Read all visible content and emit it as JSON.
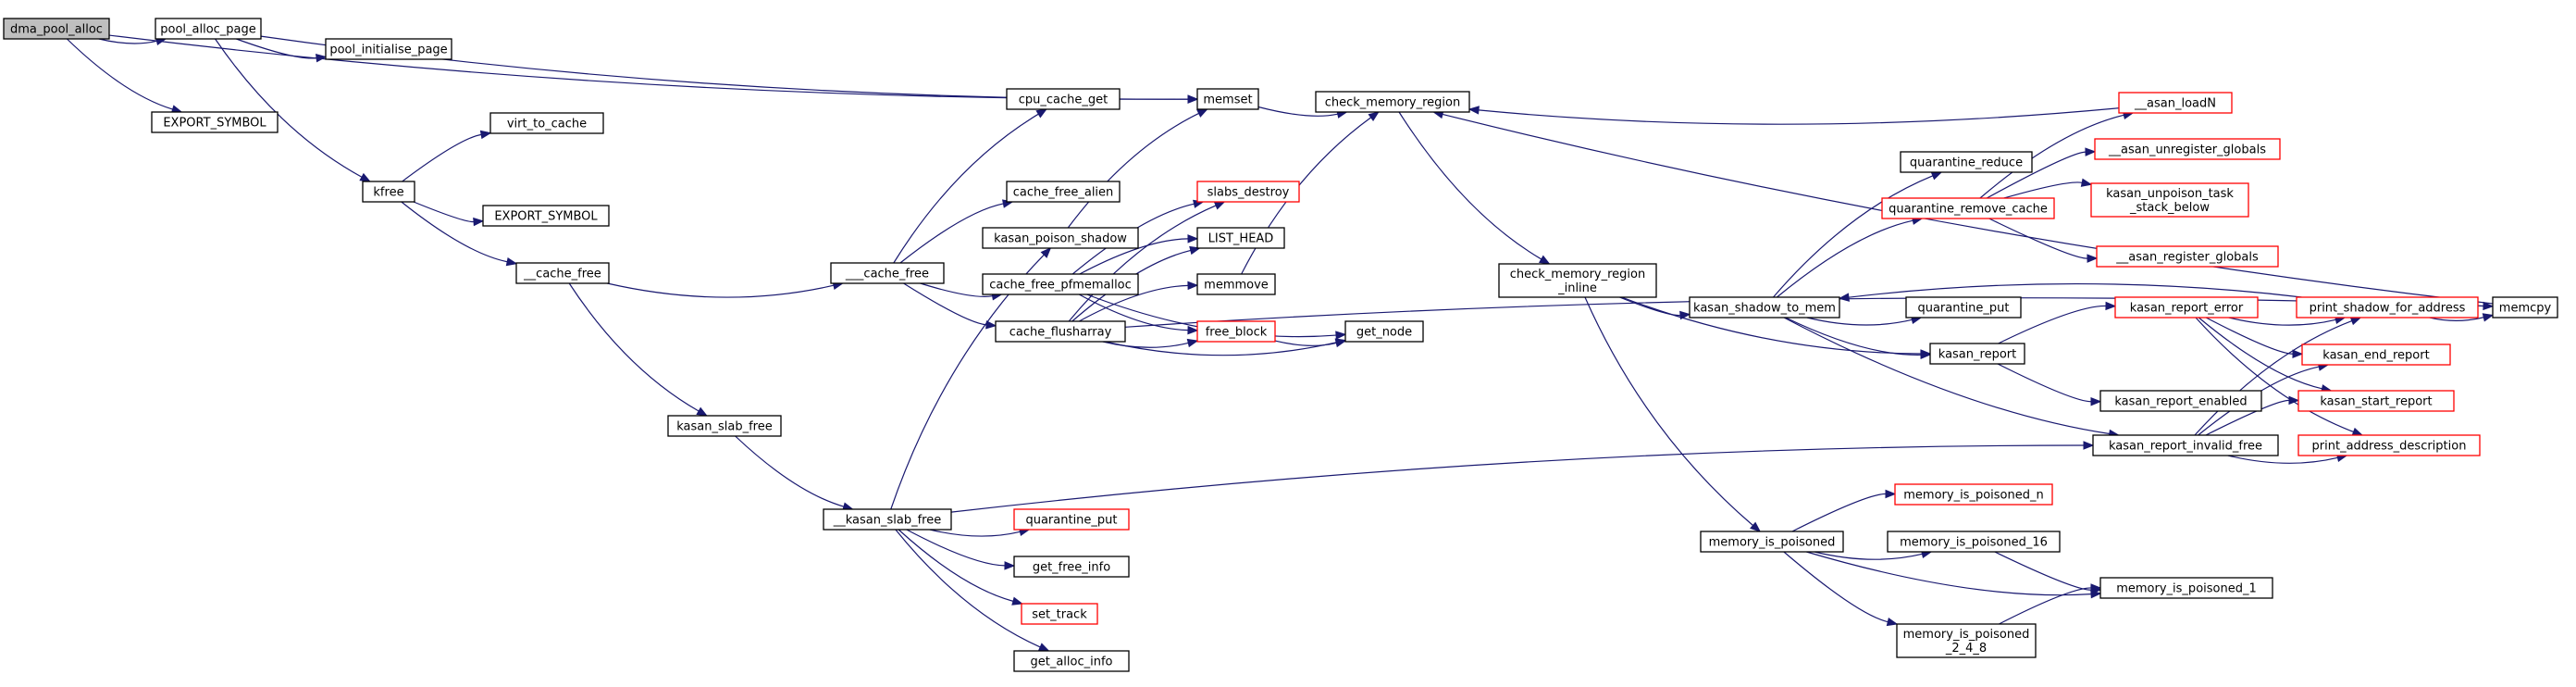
{
  "colors": {
    "edge": "#191970",
    "node_border": "#000000",
    "node_border_truncated": "#ff0000",
    "root_fill": "#bfbfbf",
    "node_fill": "#ffffff",
    "text": "#000000"
  },
  "nodes": [
    {
      "id": "dma_pool_alloc",
      "lines": [
        "dma_pool_alloc"
      ],
      "root": true
    },
    {
      "id": "pool_alloc_page",
      "lines": [
        "pool_alloc_page"
      ]
    },
    {
      "id": "export_symbol_1",
      "lines": [
        "EXPORT_SYMBOL"
      ]
    },
    {
      "id": "pool_initialise_page",
      "lines": [
        "pool_initialise_page"
      ]
    },
    {
      "id": "kfree",
      "lines": [
        "kfree"
      ]
    },
    {
      "id": "virt_to_cache",
      "lines": [
        "virt_to_cache"
      ]
    },
    {
      "id": "export_symbol_2",
      "lines": [
        "EXPORT_SYMBOL"
      ]
    },
    {
      "id": "cache_free",
      "lines": [
        "__cache_free"
      ]
    },
    {
      "id": "kasan_slab_free",
      "lines": [
        "kasan_slab_free"
      ]
    },
    {
      "id": "__kasan_slab_free",
      "lines": [
        "__kasan_slab_free"
      ]
    },
    {
      "id": "___cache_free",
      "lines": [
        "___cache_free"
      ]
    },
    {
      "id": "cpu_cache_get",
      "lines": [
        "cpu_cache_get"
      ]
    },
    {
      "id": "cache_free_alien",
      "lines": [
        "cache_free_alien"
      ]
    },
    {
      "id": "kasan_poison_shadow",
      "lines": [
        "kasan_poison_shadow"
      ]
    },
    {
      "id": "cache_free_pfmemalloc",
      "lines": [
        "cache_free_pfmemalloc"
      ]
    },
    {
      "id": "cache_flusharray",
      "lines": [
        "cache_flusharray"
      ]
    },
    {
      "id": "quarantine_put_1",
      "lines": [
        "quarantine_put"
      ],
      "truncated": true
    },
    {
      "id": "get_free_info",
      "lines": [
        "get_free_info"
      ]
    },
    {
      "id": "set_track",
      "lines": [
        "set_track"
      ],
      "truncated": true
    },
    {
      "id": "get_alloc_info",
      "lines": [
        "get_alloc_info"
      ]
    },
    {
      "id": "memset",
      "lines": [
        "memset"
      ]
    },
    {
      "id": "slabs_destroy",
      "lines": [
        "slabs_destroy"
      ],
      "truncated": true
    },
    {
      "id": "list_head",
      "lines": [
        "LIST_HEAD"
      ]
    },
    {
      "id": "memmove",
      "lines": [
        "memmove"
      ]
    },
    {
      "id": "free_block",
      "lines": [
        "free_block"
      ],
      "truncated": true
    },
    {
      "id": "get_node",
      "lines": [
        "get_node"
      ]
    },
    {
      "id": "check_memory_region",
      "lines": [
        "check_memory_region"
      ]
    },
    {
      "id": "check_memory_region_inline",
      "lines": [
        "check_memory_region",
        "_inline"
      ]
    },
    {
      "id": "kasan_shadow_to_mem",
      "lines": [
        "kasan_shadow_to_mem"
      ]
    },
    {
      "id": "quarantine_reduce",
      "lines": [
        "quarantine_reduce"
      ]
    },
    {
      "id": "quarantine_remove_cache",
      "lines": [
        "quarantine_remove_cache"
      ],
      "truncated": true
    },
    {
      "id": "quarantine_put_2",
      "lines": [
        "quarantine_put"
      ]
    },
    {
      "id": "kasan_report",
      "lines": [
        "kasan_report"
      ]
    },
    {
      "id": "kasan_report_enabled",
      "lines": [
        "kasan_report_enabled"
      ]
    },
    {
      "id": "kasan_report_error",
      "lines": [
        "kasan_report_error"
      ],
      "truncated": true
    },
    {
      "id": "kasan_report_invalid_free",
      "lines": [
        "kasan_report_invalid_free"
      ]
    },
    {
      "id": "memory_is_poisoned",
      "lines": [
        "memory_is_poisoned"
      ]
    },
    {
      "id": "memory_is_poisoned_n",
      "lines": [
        "memory_is_poisoned_n"
      ],
      "truncated": true
    },
    {
      "id": "memory_is_poisoned_16",
      "lines": [
        "memory_is_poisoned_16"
      ]
    },
    {
      "id": "memory_is_poisoned_1",
      "lines": [
        "memory_is_poisoned_1"
      ]
    },
    {
      "id": "memory_is_poisoned_2_4_8",
      "lines": [
        "memory_is_poisoned",
        "_2_4_8"
      ]
    },
    {
      "id": "asan_loadN",
      "lines": [
        "__asan_loadN"
      ],
      "truncated": true
    },
    {
      "id": "asan_unregister_globals",
      "lines": [
        "__asan_unregister_globals"
      ],
      "truncated": true
    },
    {
      "id": "kasan_unpoison_task_stack_below",
      "lines": [
        "kasan_unpoison_task",
        "_stack_below"
      ],
      "truncated": true
    },
    {
      "id": "asan_register_globals",
      "lines": [
        "__asan_register_globals"
      ],
      "truncated": true
    },
    {
      "id": "print_shadow_for_address",
      "lines": [
        "print_shadow_for_address"
      ],
      "truncated": true
    },
    {
      "id": "memcpy",
      "lines": [
        "memcpy"
      ]
    },
    {
      "id": "kasan_end_report",
      "lines": [
        "kasan_end_report"
      ],
      "truncated": true
    },
    {
      "id": "kasan_start_report",
      "lines": [
        "kasan_start_report"
      ],
      "truncated": true
    },
    {
      "id": "print_address_description",
      "lines": [
        "print_address_description"
      ],
      "truncated": true
    }
  ],
  "edges": [
    {
      "from": "dma_pool_alloc",
      "to": "pool_alloc_page"
    },
    {
      "from": "dma_pool_alloc",
      "to": "export_symbol_1"
    },
    {
      "from": "dma_pool_alloc",
      "to": "memset"
    },
    {
      "from": "pool_alloc_page",
      "to": "pool_initialise_page"
    },
    {
      "from": "pool_alloc_page",
      "to": "memset"
    },
    {
      "from": "pool_alloc_page",
      "to": "kfree"
    },
    {
      "from": "kfree",
      "to": "virt_to_cache"
    },
    {
      "from": "kfree",
      "to": "export_symbol_2"
    },
    {
      "from": "kfree",
      "to": "cache_free"
    },
    {
      "from": "cache_free",
      "to": "___cache_free"
    },
    {
      "from": "cache_free",
      "to": "kasan_slab_free"
    },
    {
      "from": "kasan_slab_free",
      "to": "__kasan_slab_free"
    },
    {
      "from": "___cache_free",
      "to": "cpu_cache_get"
    },
    {
      "from": "___cache_free",
      "to": "cache_free_alien"
    },
    {
      "from": "___cache_free",
      "to": "cache_free_pfmemalloc"
    },
    {
      "from": "___cache_free",
      "to": "cache_flusharray"
    },
    {
      "from": "__kasan_slab_free",
      "to": "quarantine_put_1"
    },
    {
      "from": "__kasan_slab_free",
      "to": "get_free_info"
    },
    {
      "from": "__kasan_slab_free",
      "to": "set_track"
    },
    {
      "from": "__kasan_slab_free",
      "to": "get_alloc_info"
    },
    {
      "from": "__kasan_slab_free",
      "to": "kasan_poison_shadow"
    },
    {
      "from": "__kasan_slab_free",
      "to": "kasan_report_invalid_free"
    },
    {
      "from": "kasan_poison_shadow",
      "to": "memset"
    },
    {
      "from": "cache_free_pfmemalloc",
      "to": "slabs_destroy"
    },
    {
      "from": "cache_free_pfmemalloc",
      "to": "list_head"
    },
    {
      "from": "cache_free_pfmemalloc",
      "to": "free_block"
    },
    {
      "from": "cache_free_pfmemalloc",
      "to": "get_node"
    },
    {
      "from": "cache_flusharray",
      "to": "slabs_destroy"
    },
    {
      "from": "cache_flusharray",
      "to": "list_head"
    },
    {
      "from": "cache_flusharray",
      "to": "memmove"
    },
    {
      "from": "cache_flusharray",
      "to": "free_block"
    },
    {
      "from": "cache_flusharray",
      "to": "get_node"
    },
    {
      "from": "cache_flusharray",
      "to": "memcpy"
    },
    {
      "from": "memset",
      "to": "check_memory_region"
    },
    {
      "from": "memmove",
      "to": "check_memory_region"
    },
    {
      "from": "free_block",
      "to": "get_node"
    },
    {
      "from": "check_memory_region",
      "to": "check_memory_region_inline"
    },
    {
      "from": "check_memory_region_inline",
      "to": "kasan_shadow_to_mem"
    },
    {
      "from": "check_memory_region_inline",
      "to": "kasan_report"
    },
    {
      "from": "check_memory_region_inline",
      "to": "memory_is_poisoned"
    },
    {
      "from": "kasan_shadow_to_mem",
      "to": "quarantine_reduce"
    },
    {
      "from": "kasan_shadow_to_mem",
      "to": "quarantine_remove_cache"
    },
    {
      "from": "kasan_shadow_to_mem",
      "to": "quarantine_put_2"
    },
    {
      "from": "kasan_shadow_to_mem",
      "to": "kasan_report"
    },
    {
      "from": "kasan_shadow_to_mem",
      "to": "kasan_report_invalid_free"
    },
    {
      "from": "quarantine_remove_cache",
      "to": "asan_loadN"
    },
    {
      "from": "quarantine_remove_cache",
      "to": "asan_unregister_globals"
    },
    {
      "from": "quarantine_remove_cache",
      "to": "kasan_unpoison_task_stack_below"
    },
    {
      "from": "quarantine_remove_cache",
      "to": "asan_register_globals"
    },
    {
      "from": "asan_loadN",
      "to": "check_memory_region"
    },
    {
      "from": "kasan_report",
      "to": "kasan_report_error"
    },
    {
      "from": "kasan_report",
      "to": "kasan_report_enabled"
    },
    {
      "from": "kasan_report_error",
      "to": "print_shadow_for_address"
    },
    {
      "from": "kasan_report_error",
      "to": "kasan_end_report"
    },
    {
      "from": "kasan_report_error",
      "to": "kasan_start_report"
    },
    {
      "from": "kasan_report_error",
      "to": "print_address_description"
    },
    {
      "from": "kasan_report_invalid_free",
      "to": "print_shadow_for_address"
    },
    {
      "from": "kasan_report_invalid_free",
      "to": "kasan_end_report"
    },
    {
      "from": "kasan_report_invalid_free",
      "to": "kasan_start_report"
    },
    {
      "from": "kasan_report_invalid_free",
      "to": "print_address_description"
    },
    {
      "from": "print_shadow_for_address",
      "to": "memcpy"
    },
    {
      "from": "print_shadow_for_address",
      "to": "kasan_shadow_to_mem"
    },
    {
      "from": "memcpy",
      "to": "check_memory_region"
    },
    {
      "from": "memory_is_poisoned",
      "to": "memory_is_poisoned_n"
    },
    {
      "from": "memory_is_poisoned",
      "to": "memory_is_poisoned_16"
    },
    {
      "from": "memory_is_poisoned",
      "to": "memory_is_poisoned_1"
    },
    {
      "from": "memory_is_poisoned",
      "to": "memory_is_poisoned_2_4_8"
    },
    {
      "from": "memory_is_poisoned_16",
      "to": "memory_is_poisoned_1"
    },
    {
      "from": "memory_is_poisoned_2_4_8",
      "to": "memory_is_poisoned_1"
    }
  ]
}
